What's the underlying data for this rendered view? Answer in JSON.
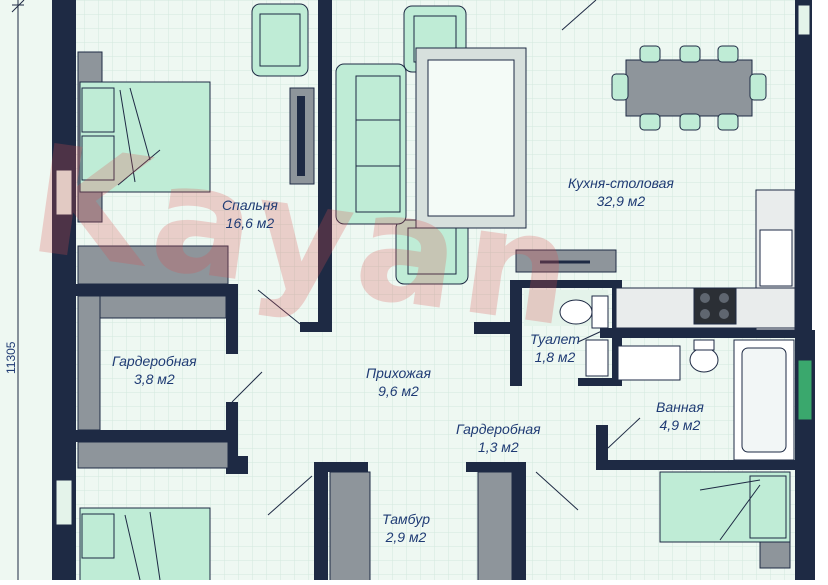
{
  "dimension_label": "11305",
  "watermark_text": "Kayan",
  "colors": {
    "wall": "#1e2a44",
    "floor": "#e4f3ea",
    "grid": "#d6ece2",
    "furniture": "#bfecd6",
    "furniture_stroke": "#1e2a44",
    "gray_block": "#8e959b",
    "label": "#1f3b74"
  },
  "rooms": {
    "bedroom": {
      "name": "Спальня",
      "area": "16,6 м2"
    },
    "kitchen": {
      "name": "Кухня-столовая",
      "area": "32,9 м2"
    },
    "toilet": {
      "name": "Туалет",
      "area": "1,8 м2"
    },
    "wardrobe_left": {
      "name": "Гардеробная",
      "area": "3,8 м2"
    },
    "hall": {
      "name": "Прихожая",
      "area": "9,6 м2"
    },
    "bathroom": {
      "name": "Ванная",
      "area": "4,9 м2"
    },
    "wardrobe_small": {
      "name": "Гардеробная",
      "area": "1,3 м2"
    },
    "vestibule": {
      "name": "Тамбур",
      "area": "2,9 м2"
    }
  }
}
